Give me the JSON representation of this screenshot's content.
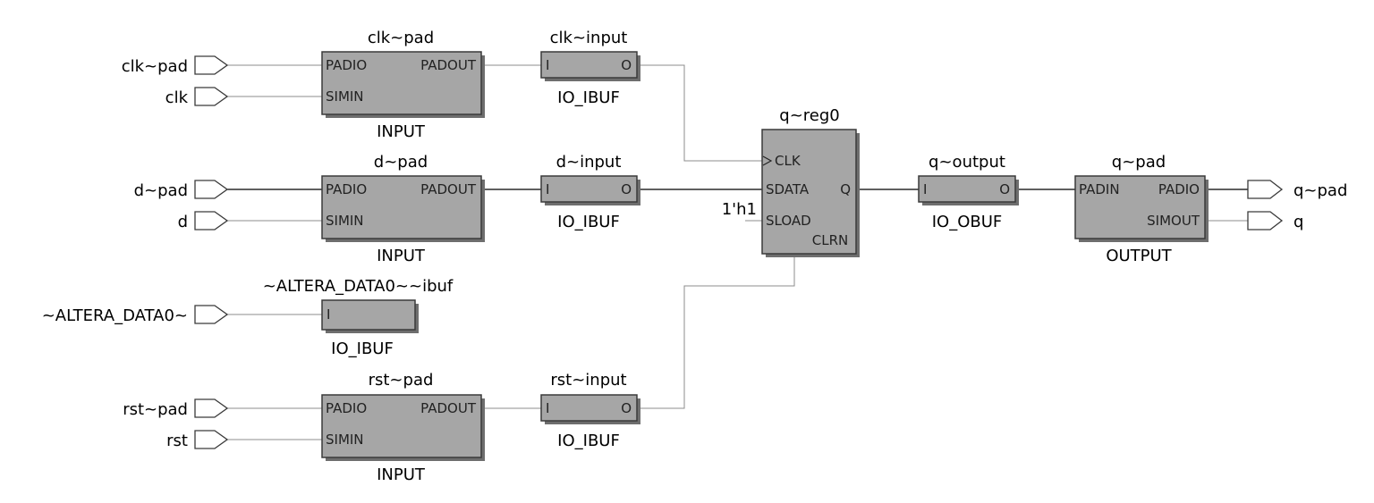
{
  "pins_in": {
    "clk_pad": "clk~pad",
    "clk": "clk",
    "d_pad": "d~pad",
    "d": "d",
    "altera": "~ALTERA_DATA0~",
    "rst_pad": "rst~pad",
    "rst": "rst"
  },
  "pins_out": {
    "q_pad": "q~pad",
    "q": "q"
  },
  "blocks": {
    "clk_pad": {
      "title": "clk~pad",
      "type": "INPUT",
      "p_padio": "PADIO",
      "p_simin": "SIMIN",
      "p_padout": "PADOUT"
    },
    "d_pad": {
      "title": "d~pad",
      "type": "INPUT",
      "p_padio": "PADIO",
      "p_simin": "SIMIN",
      "p_padout": "PADOUT"
    },
    "rst_pad": {
      "title": "rst~pad",
      "type": "INPUT",
      "p_padio": "PADIO",
      "p_simin": "SIMIN",
      "p_padout": "PADOUT"
    },
    "clk_input": {
      "title": "clk~input",
      "type": "IO_IBUF",
      "p_i": "I",
      "p_o": "O"
    },
    "d_input": {
      "title": "d~input",
      "type": "IO_IBUF",
      "p_i": "I",
      "p_o": "O"
    },
    "rst_input": {
      "title": "rst~input",
      "type": "IO_IBUF",
      "p_i": "I",
      "p_o": "O"
    },
    "altera_ibuf": {
      "title": "~ALTERA_DATA0~~ibuf",
      "type": "IO_IBUF",
      "p_i": "I"
    },
    "q_reg": {
      "title": "q~reg0",
      "p_clk": "CLK",
      "p_sdata": "SDATA",
      "p_sload": "SLOAD",
      "p_clrn": "CLRN",
      "p_q": "Q",
      "const": "1'h1"
    },
    "q_output": {
      "title": "q~output",
      "type": "IO_OBUF",
      "p_i": "I",
      "p_o": "O"
    },
    "q_pad": {
      "title": "q~pad",
      "type": "OUTPUT",
      "p_padin": "PADIN",
      "p_padio": "PADIO",
      "p_simout": "SIMOUT"
    }
  }
}
